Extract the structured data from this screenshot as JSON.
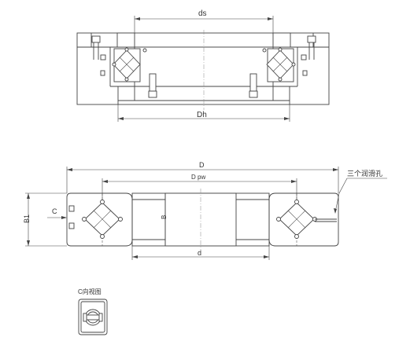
{
  "labels": {
    "ds": "ds",
    "dh": "Dh",
    "d_outer": "D",
    "dpw": "D pw",
    "b1": "B1",
    "c": "C",
    "b": "B",
    "d_inner": "d",
    "lube_holes": "三个润滑孔",
    "view_c": "C向视图"
  }
}
